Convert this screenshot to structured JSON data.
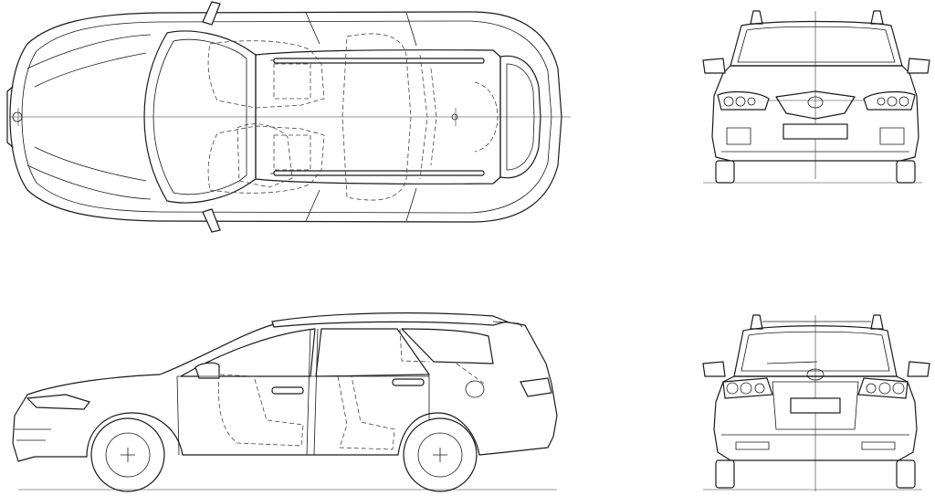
{
  "drawing": {
    "views": [
      "top-view",
      "front-view",
      "side-view",
      "rear-view"
    ]
  }
}
